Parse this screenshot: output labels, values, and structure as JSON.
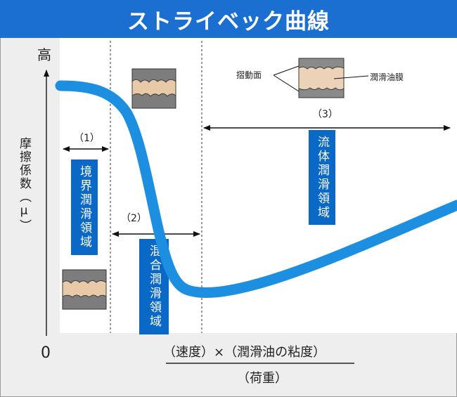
{
  "title": "ストライベック曲線",
  "y_axis": {
    "label": "摩擦係数（μ）",
    "high_label": "高",
    "zero_label": "0"
  },
  "x_axis": {
    "numerator": "（速度）×（潤滑油の粘度）",
    "denominator": "（荷重）"
  },
  "regions": [
    {
      "number": "（1）",
      "name": "境界潤滑領域"
    },
    {
      "number": "（2）",
      "name": "混合潤滑領域"
    },
    {
      "number": "（3）",
      "name": "流体潤滑領域"
    }
  ],
  "callouts": {
    "sliding_surface": "摺動面",
    "oil_film": "潤滑油膜"
  },
  "colors": {
    "title_bar": "#1b6fd0",
    "curve": "#1c8fe0",
    "region_box": "#0a68c7",
    "surface_inset": "#888888",
    "oil_film_fill": "#e8c9a8"
  }
}
